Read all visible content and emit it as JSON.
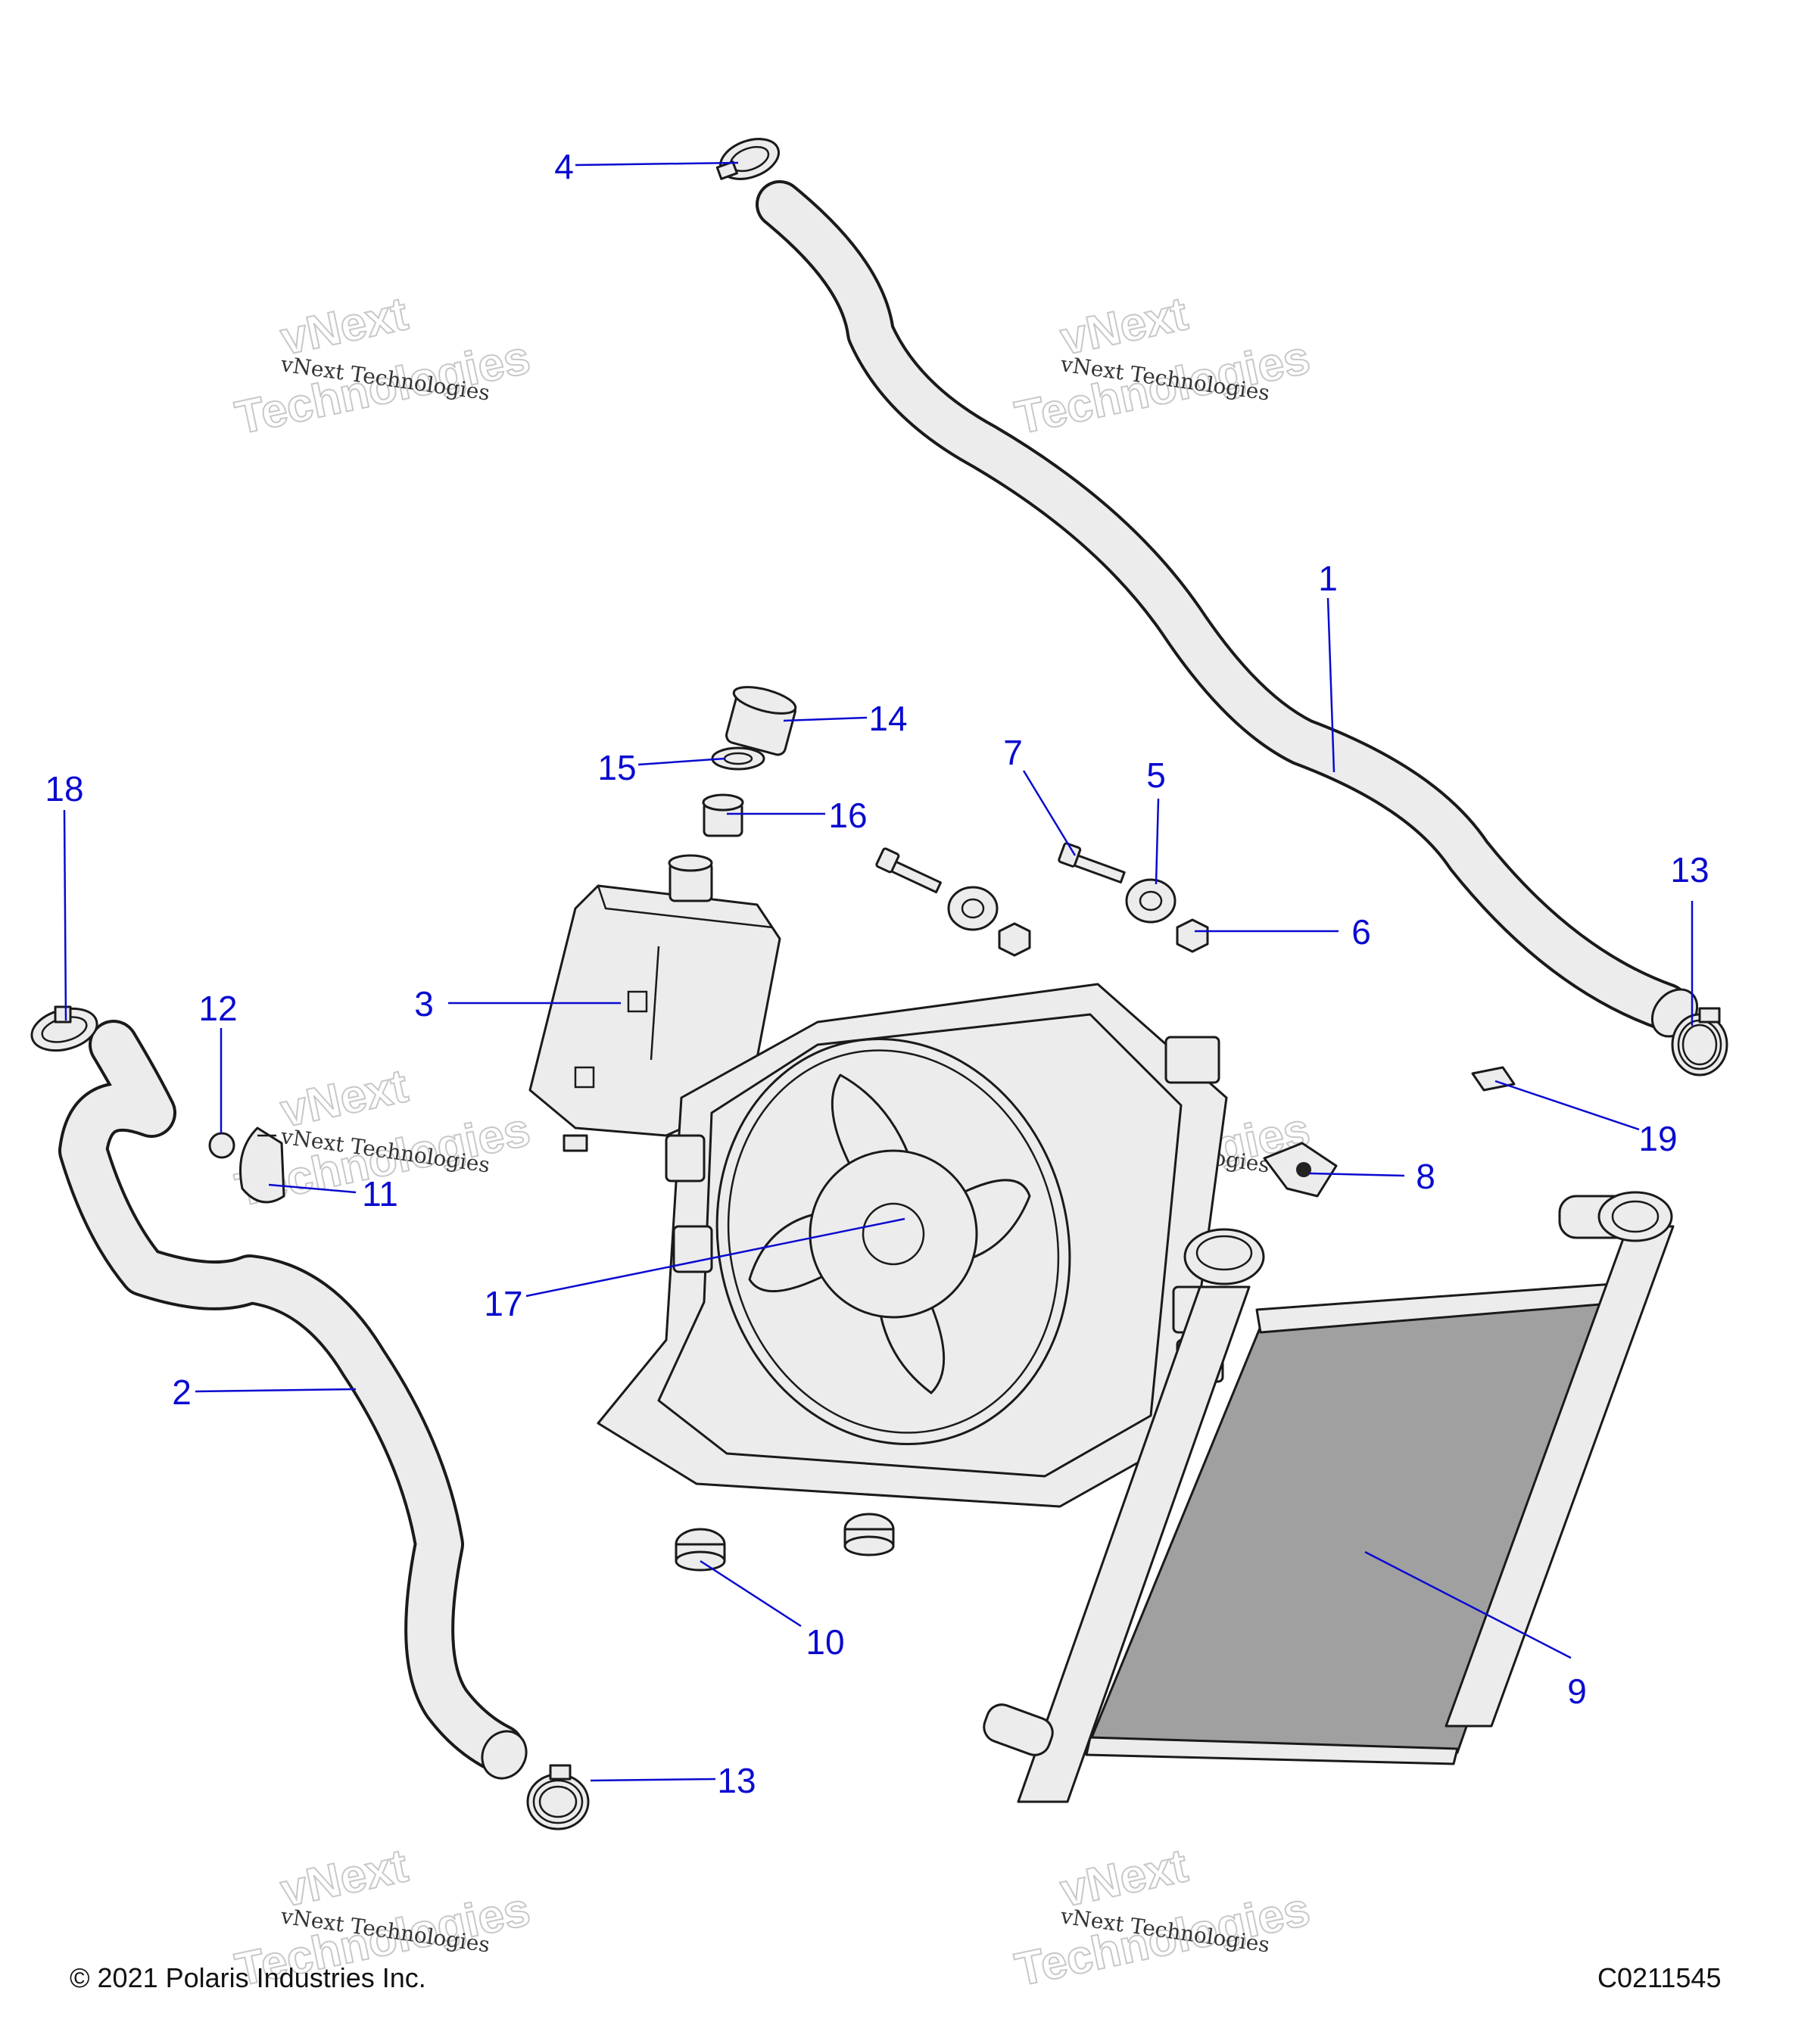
{
  "diagram": {
    "copyright": "© 2021 Polaris Industries Inc.",
    "figure_code": "C0211545",
    "watermark_line1": "vNext",
    "watermark_line2": "Technologies",
    "watermark_small": "vNext Technologies",
    "callouts": [
      {
        "id": "1",
        "label": "1"
      },
      {
        "id": "2",
        "label": "2"
      },
      {
        "id": "3",
        "label": "3"
      },
      {
        "id": "4",
        "label": "4"
      },
      {
        "id": "5",
        "label": "5"
      },
      {
        "id": "6",
        "label": "6"
      },
      {
        "id": "7",
        "label": "7"
      },
      {
        "id": "8",
        "label": "8"
      },
      {
        "id": "9",
        "label": "9"
      },
      {
        "id": "10",
        "label": "10"
      },
      {
        "id": "11",
        "label": "11"
      },
      {
        "id": "12",
        "label": "12"
      },
      {
        "id": "13a",
        "label": "13"
      },
      {
        "id": "13b",
        "label": "13"
      },
      {
        "id": "14",
        "label": "14"
      },
      {
        "id": "15",
        "label": "15"
      },
      {
        "id": "16",
        "label": "16"
      },
      {
        "id": "17",
        "label": "17"
      },
      {
        "id": "18",
        "label": "18"
      },
      {
        "id": "19",
        "label": "19"
      }
    ],
    "colors": {
      "callout": "#0a0ad0",
      "part_fill": "#ececec",
      "core_fill": "#a0a0a0"
    }
  }
}
